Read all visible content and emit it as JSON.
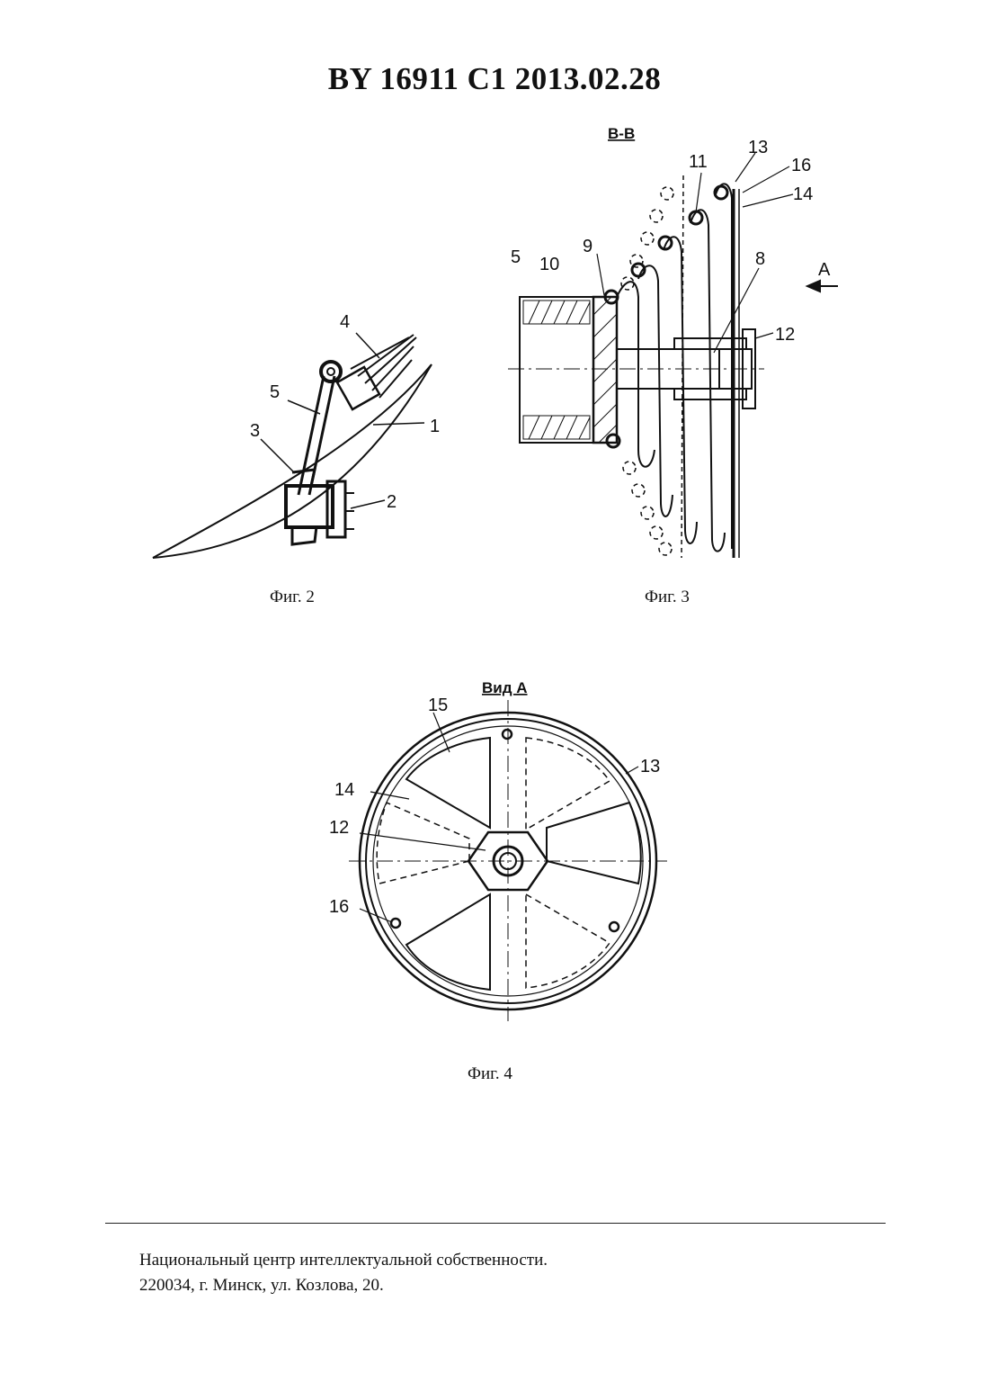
{
  "header": {
    "title": "BY  16911  C1  2013.02.28"
  },
  "fig2": {
    "caption": "Фиг. 2",
    "labels": [
      "4",
      "5",
      "3",
      "1",
      "2"
    ]
  },
  "fig3": {
    "caption": "Фиг. 3",
    "section_title": "B-B",
    "direction_label": "A",
    "labels": [
      "11",
      "13",
      "16",
      "14",
      "5",
      "10",
      "9",
      "8",
      "12"
    ]
  },
  "fig4": {
    "caption": "Фиг. 4",
    "view_title": "Вид А",
    "labels": [
      "15",
      "13",
      "14",
      "12",
      "16"
    ]
  },
  "footer": {
    "line1": "Национальный центр интеллектуальной собственности.",
    "line2": "220034, г. Минск, ул. Козлова, 20."
  }
}
